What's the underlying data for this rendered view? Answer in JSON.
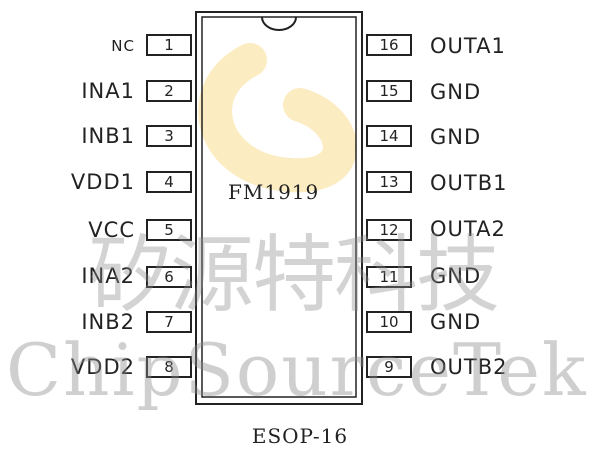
{
  "chip": {
    "name": "FM1919",
    "package": "ESOP-16"
  },
  "left_pins": [
    {
      "number": "1",
      "label": "NC"
    },
    {
      "number": "2",
      "label": "INA1"
    },
    {
      "number": "3",
      "label": "INB1"
    },
    {
      "number": "4",
      "label": "VDD1"
    },
    {
      "number": "5",
      "label": "VCC"
    },
    {
      "number": "6",
      "label": "INA2"
    },
    {
      "number": "7",
      "label": "INB2"
    },
    {
      "number": "8",
      "label": "VDD2"
    }
  ],
  "right_pins": [
    {
      "number": "16",
      "label": "OUTA1"
    },
    {
      "number": "15",
      "label": "GND"
    },
    {
      "number": "14",
      "label": "GND"
    },
    {
      "number": "13",
      "label": "OUTB1"
    },
    {
      "number": "12",
      "label": "OUTA2"
    },
    {
      "number": "11",
      "label": "GND"
    },
    {
      "number": "10",
      "label": "GND"
    },
    {
      "number": "9",
      "label": "OUTB2"
    }
  ],
  "watermark": {
    "chinese": "矽源特科技",
    "english": "ChipSourceTek",
    "logo_color": "#f5c542"
  },
  "colors": {
    "line": "#222222",
    "watermark_gray": "#8c8c8c"
  }
}
